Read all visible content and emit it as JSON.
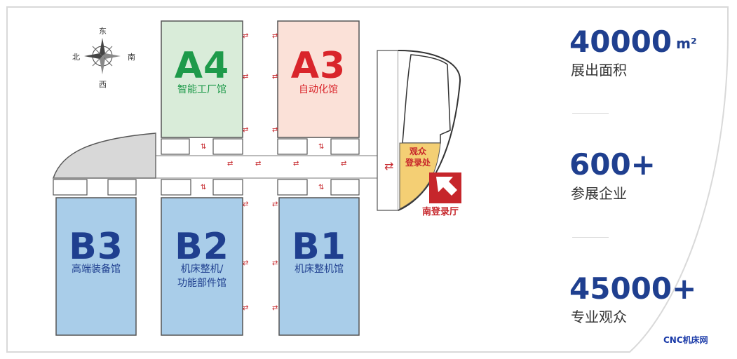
{
  "halls": {
    "a4": {
      "code": "A4",
      "name": "智能工厂馆"
    },
    "a3": {
      "code": "A3",
      "name": "自动化馆"
    },
    "b3": {
      "code": "B3",
      "name": "高端装备馆"
    },
    "b2": {
      "code": "B2",
      "name_line1": "机床整机/",
      "name_line2": "功能部件馆"
    },
    "b1": {
      "code": "B1",
      "name": "机床整机馆"
    }
  },
  "compass": {
    "north": "北",
    "east": "东",
    "south": "南",
    "west": "西"
  },
  "registration": {
    "line1": "观众",
    "line2": "登录处"
  },
  "south_hall": "南登录厅",
  "stats": [
    {
      "value": "40000",
      "unit": "m²",
      "label": "展出面积"
    },
    {
      "value": "600+",
      "label": "参展企业"
    },
    {
      "value": "45000+",
      "label": "专业观众"
    }
  ],
  "watermark": "CNC机床网",
  "colors": {
    "a4_fill": "#d9ecd9",
    "a4_text": "#1e9a4a",
    "a3_fill": "#fbe1d8",
    "a3_text": "#d9252b",
    "b_fill": "#a9cde9",
    "b_text": "#1f3f8f",
    "registration_fill": "#f4cf74",
    "accent_red": "#c6262b"
  }
}
